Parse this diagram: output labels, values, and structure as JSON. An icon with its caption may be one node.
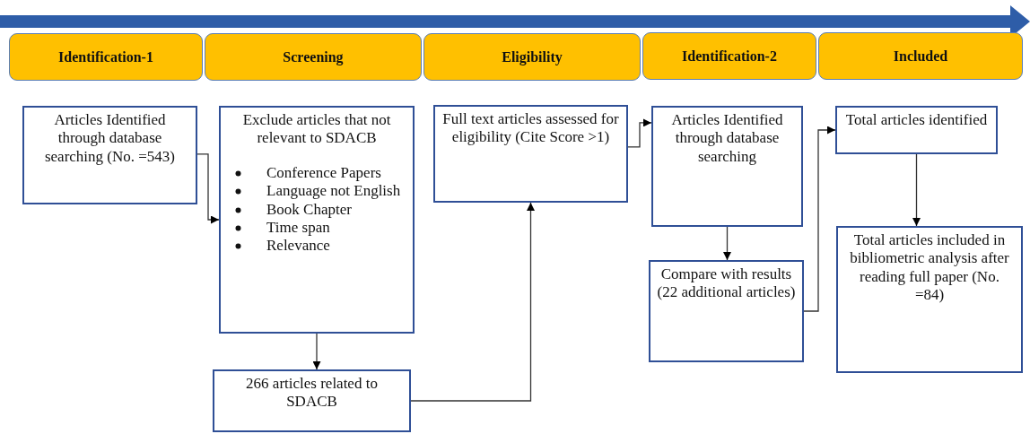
{
  "diagram": {
    "nodes": [
      {
        "text": [
          "Identification-1"
        ]
      },
      {
        "text": [
          "Screening"
        ]
      },
      {
        "text": [
          "Eligibility"
        ]
      },
      {
        "text": [
          "Identification-2"
        ]
      },
      {
        "text": [
          "Included"
        ]
      },
      {
        "text": [
          "Articles Identified through database searching (No. =543)"
        ]
      },
      {
        "text": [
          "Exclude articles that not relevant to SDACB",
          "Conference Papers",
          "Language not English",
          "Book Chapter",
          "Time span",
          "Relevance"
        ]
      },
      {
        "text": [
          "266 articles related to SDACB"
        ]
      },
      {
        "text": [
          "Full text articles assessed for eligibility (Cite Score >1)"
        ]
      },
      {
        "text": [
          "Articles Identified through database searching"
        ]
      },
      {
        "text": [
          "Compare with results (22 additional articles)"
        ]
      },
      {
        "text": [
          "Total articles identified"
        ]
      },
      {
        "text": [
          "Total articles included in bibliometric analysis after reading full paper (No. =84)"
        ]
      }
    ],
    "edges": [
      {
        "from": 5,
        "to": 6,
        "arrow": "to"
      },
      {
        "from": 6,
        "to": 7,
        "arrow": "to"
      },
      {
        "from": 7,
        "to": 8,
        "arrow": "to"
      },
      {
        "from": 8,
        "to": 9,
        "arrow": "to"
      },
      {
        "from": 9,
        "to": 10,
        "arrow": "to"
      },
      {
        "from": 10,
        "to": 11,
        "arrow": "to"
      },
      {
        "from": 11,
        "to": 12,
        "arrow": "to"
      }
    ]
  }
}
